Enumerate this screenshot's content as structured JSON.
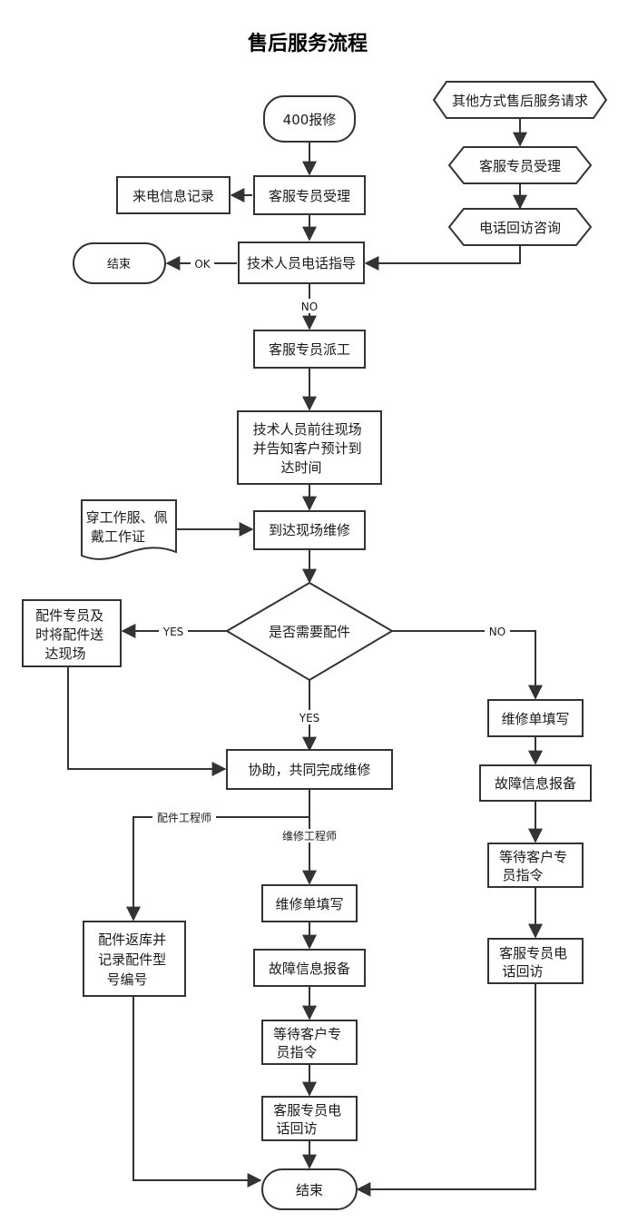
{
  "title": "售后服务流程",
  "nodes": {
    "call400": "400报修",
    "other_request": "其他方式售后服务请求",
    "cs_accept_right": "客服专员受理",
    "phone_consult": "电话回访咨询",
    "call_record": "来电信息记录",
    "cs_accept": "客服专员受理",
    "end_top": "结束",
    "tech_phone_guide": "技术人员电话指导",
    "cs_dispatch": "客服专员派工",
    "tech_go_onsite": [
      "技术人员前往现场",
      "并告知客户预计到",
      "达时间"
    ],
    "dress_code": [
      "穿工作服、佩",
      "戴工作证"
    ],
    "arrive_repair": "到达现场维修",
    "need_parts": "是否需要配件",
    "parts_delivery": [
      "配件专员及",
      "时将配件送",
      "达现场"
    ],
    "cooperate_repair": "协助，共同完成维修",
    "parts_return": [
      "配件返库并",
      "记录配件型",
      "号编号"
    ],
    "fill_form_mid": "维修单填写",
    "fault_report_mid": "故障信息报备",
    "wait_instr_mid": [
      "等待客户专",
      "员指令"
    ],
    "cs_callback_mid": [
      "客服专员电",
      "话回访"
    ],
    "fill_form_right": "维修单填写",
    "fault_report_right": "故障信息报备",
    "wait_instr_right": [
      "等待客户专",
      "员指令"
    ],
    "cs_callback_right": [
      "客服专员电",
      "话回访"
    ],
    "end_bottom": "结束"
  },
  "edge_labels": {
    "ok": "OK",
    "no_top": "NO",
    "yes_left": "YES",
    "no_right": "NO",
    "yes_down": "YES",
    "parts_engineer": "配件工程师",
    "repair_engineer": "维修工程师"
  }
}
